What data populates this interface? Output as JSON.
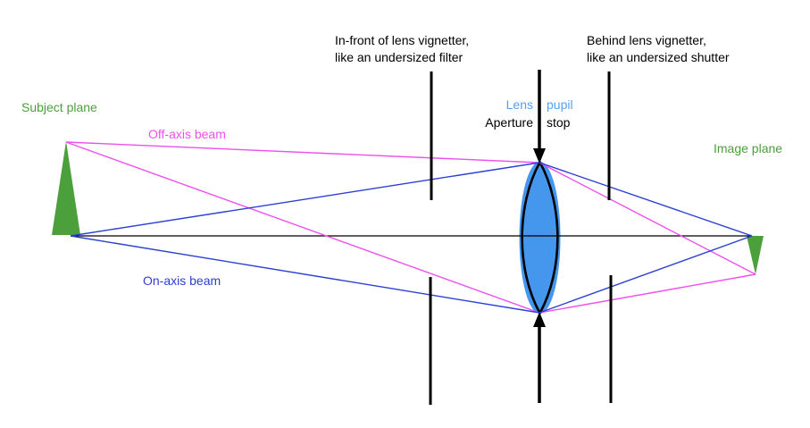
{
  "labels": {
    "subject_plane": "Subject plane",
    "image_plane": "Image plane",
    "off_axis_beam": "Off-axis beam",
    "on_axis_beam": "On-axis beam",
    "front_vignetter_line1": "In-front of lens vignetter,",
    "front_vignetter_line2": "like an undersized filter",
    "behind_vignetter_line1": "Behind lens vignetter,",
    "behind_vignetter_line2": "like an undersized shutter",
    "lens_pupil_left": "Lens",
    "lens_pupil_right": "pupil",
    "aperture_stop_left": "Aperture",
    "aperture_stop_right": "stop"
  },
  "colors": {
    "plane_green": "#4ba03c",
    "off_axis_magenta": "#ee50ee",
    "on_axis_blue": "#2a3fd4",
    "lens_fill_blue": "#4597ed",
    "lens_pupil_text_blue": "#55a0f0",
    "line_black": "#000000",
    "background": "#ffffff"
  }
}
